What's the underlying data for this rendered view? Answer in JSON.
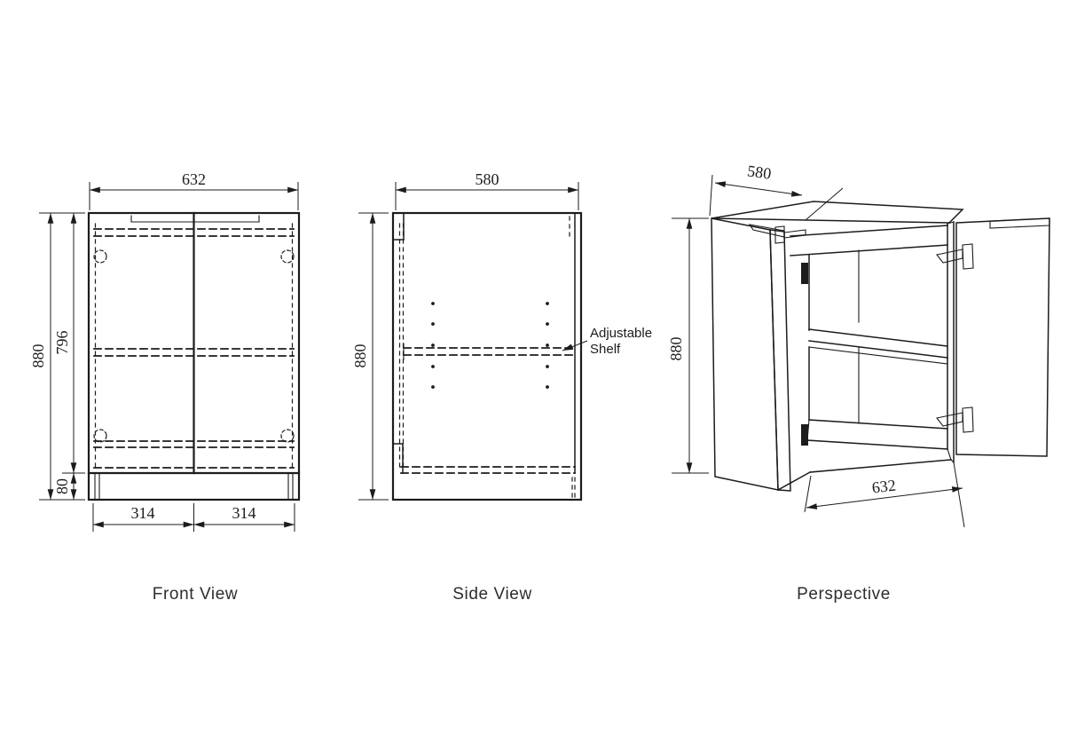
{
  "drawing": {
    "background": "#ffffff",
    "line_color": "#1c1c1c",
    "views": {
      "front": {
        "label": "Front View",
        "dimensions": {
          "overall_width": "632",
          "overall_height": "880",
          "carcass_height": "796",
          "plinth_height": "80",
          "left_door_width": "314",
          "right_door_width": "314"
        }
      },
      "side": {
        "label": "Side View",
        "dimensions": {
          "depth": "580",
          "overall_height": "880"
        },
        "callout": {
          "line1": "Adjustable",
          "line2": "Shelf"
        }
      },
      "perspective": {
        "label": "Perspective",
        "dimensions": {
          "depth": "580",
          "overall_height": "880",
          "overall_width": "632"
        }
      }
    }
  }
}
